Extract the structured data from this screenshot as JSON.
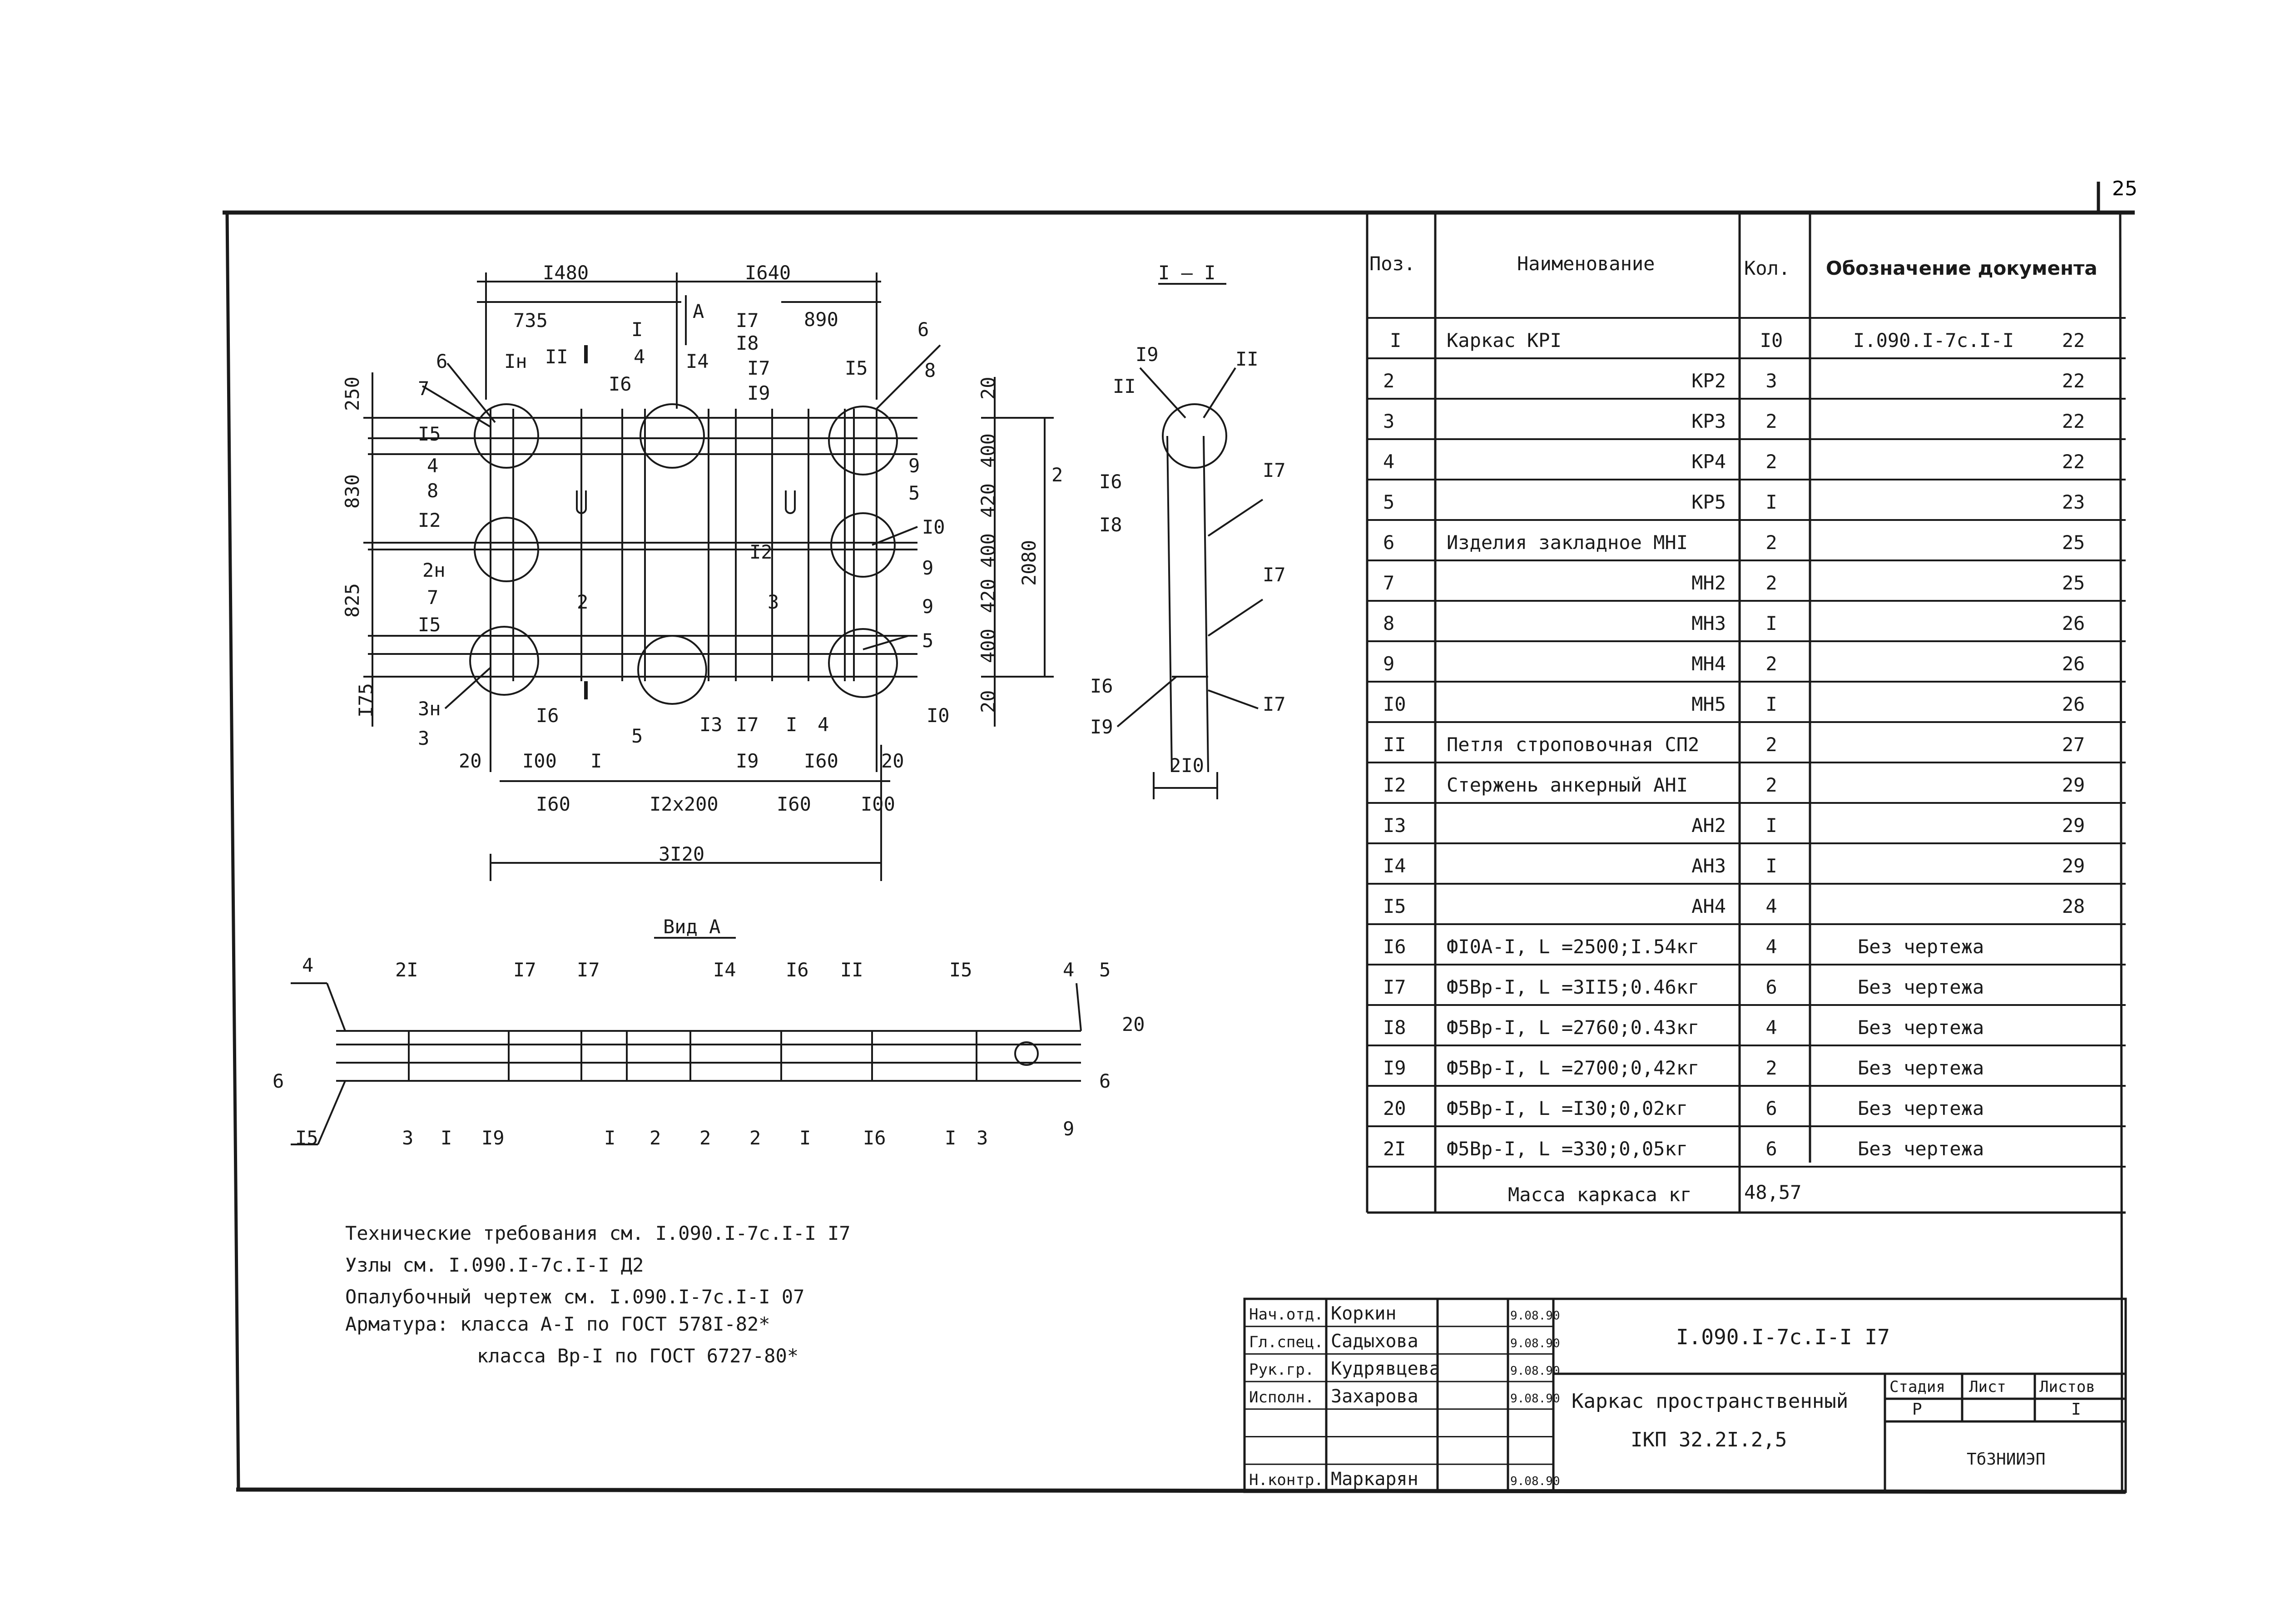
{
  "page_number": "25",
  "plan": {
    "dims_top": [
      "I480",
      "I640"
    ],
    "dims_second": [
      "735",
      "890"
    ],
    "labels_top": [
      "I",
      "4",
      "A",
      "I7",
      "I8",
      "I7",
      "I9",
      "6",
      "II",
      "I6",
      "I4",
      "I5",
      "Iн"
    ],
    "left_dims": [
      "250",
      "830",
      "825",
      "I75"
    ],
    "left_labels": [
      "6",
      "7",
      "I5",
      "4",
      "8",
      "I2",
      "2н",
      "7",
      "I5",
      "3н",
      "3"
    ],
    "right_dims": [
      "20",
      "400",
      "420",
      "400",
      "420",
      "400",
      "20"
    ],
    "right_total": "2080",
    "right_mark": "2",
    "right_labels": [
      "8",
      "9",
      "5",
      "I0",
      "9",
      "9",
      "5",
      "I0"
    ],
    "inner_labels": [
      "2",
      "3",
      "I2"
    ],
    "bottom_labels": [
      "20",
      "I00",
      "I6",
      "5",
      "I3",
      "I7",
      "I",
      "4",
      "I60",
      "20",
      "I",
      "I9"
    ],
    "bottom_dims": [
      "I60",
      "I2x200",
      "I60",
      "I00"
    ],
    "total_width": "3I20"
  },
  "section": {
    "title": "I – I",
    "labels": [
      "I9",
      "II",
      "II",
      "I6",
      "I7",
      "I8",
      "I7",
      "I6",
      "I9",
      "I7"
    ],
    "width": "2I0"
  },
  "view_a": {
    "title": "Вид А",
    "top_labels": [
      "4",
      "2I",
      "I7",
      "I7",
      "I4",
      "I6",
      "II",
      "I5",
      "4",
      "5",
      "20"
    ],
    "bottom_labels": [
      "6",
      "I5",
      "3",
      "I",
      "I9",
      "I",
      "2",
      "2",
      "2",
      "I",
      "I6",
      "I",
      "3",
      "9",
      "6"
    ]
  },
  "spec": {
    "headers": {
      "pos": "Поз.",
      "name": "Наименование",
      "qty": "Кол.",
      "doc": "Обозначение документа"
    },
    "rows": [
      {
        "pos": "I",
        "name": "Каркас  КРI",
        "qty": "I0",
        "doc": "I.090.I-7с.I-I",
        "sheet": "22"
      },
      {
        "pos": "2",
        "name": "КР2",
        "qty": "3",
        "doc": "",
        "sheet": "22"
      },
      {
        "pos": "3",
        "name": "КР3",
        "qty": "2",
        "doc": "",
        "sheet": "22"
      },
      {
        "pos": "4",
        "name": "КР4",
        "qty": "2",
        "doc": "",
        "sheet": "22"
      },
      {
        "pos": "5",
        "name": "КР5",
        "qty": "I",
        "doc": "",
        "sheet": "23"
      },
      {
        "pos": "6",
        "name": "Изделия закладное  МНI",
        "qty": "2",
        "doc": "",
        "sheet": "25"
      },
      {
        "pos": "7",
        "name": "МН2",
        "qty": "2",
        "doc": "",
        "sheet": "25"
      },
      {
        "pos": "8",
        "name": "МН3",
        "qty": "I",
        "doc": "",
        "sheet": "26"
      },
      {
        "pos": "9",
        "name": "МН4",
        "qty": "2",
        "doc": "",
        "sheet": "26"
      },
      {
        "pos": "I0",
        "name": "МН5",
        "qty": "I",
        "doc": "",
        "sheet": "26"
      },
      {
        "pos": "II",
        "name": "Петля строповочная  СП2",
        "qty": "2",
        "doc": "",
        "sheet": "27"
      },
      {
        "pos": "I2",
        "name": "Стержень анкерный  АНI",
        "qty": "2",
        "doc": "",
        "sheet": "29"
      },
      {
        "pos": "I3",
        "name": "АН2",
        "qty": "I",
        "doc": "",
        "sheet": "29"
      },
      {
        "pos": "I4",
        "name": "АН3",
        "qty": "I",
        "doc": "",
        "sheet": "29"
      },
      {
        "pos": "I5",
        "name": "АН4",
        "qty": "4",
        "doc": "",
        "sheet": "28"
      },
      {
        "pos": "I6",
        "name": "ФI0А-I, L =2500;I.54кг",
        "qty": "4",
        "doc": "Без чертежа",
        "sheet": ""
      },
      {
        "pos": "I7",
        "name": "Ф5Вр-I, L =3II5;0.46кг",
        "qty": "6",
        "doc": "Без чертежа",
        "sheet": ""
      },
      {
        "pos": "I8",
        "name": "Ф5Вр-I, L =2760;0.43кг",
        "qty": "4",
        "doc": "Без чертежа",
        "sheet": ""
      },
      {
        "pos": "I9",
        "name": "Ф5Вр-I, L =2700;0,42кг",
        "qty": "2",
        "doc": "Без чертежа",
        "sheet": ""
      },
      {
        "pos": "20",
        "name": "Ф5Вр-I, L =I30;0,02кг",
        "qty": "6",
        "doc": "Без чертежа",
        "sheet": ""
      },
      {
        "pos": "2I",
        "name": "Ф5Вр-I, L =330;0,05кг",
        "qty": "6",
        "doc": "Без чертежа",
        "sheet": ""
      }
    ],
    "mass_label": "Масса каркаса  кг",
    "mass_value": "48,57"
  },
  "notes": [
    "Технические требования см. I.090.I-7с.I-I I7",
    "Узлы см. I.090.I-7с.I-I Д2",
    "Опалубочный чертеж см. I.090.I-7с.I-I 07",
    "Арматура: класса А-I по ГОСТ 578I-82*",
    "класса Вр-I по ГОСТ 6727-80*"
  ],
  "title_block": {
    "roles": [
      "Нач.отд.",
      "Гл.спец.",
      "Рук.гр.",
      "Исполн.",
      "",
      "",
      "Н.контр."
    ],
    "names": [
      "Коркин",
      "Садыхова",
      "Кудрявцева",
      "Захарова",
      "",
      "",
      "Маркарян"
    ],
    "dates": [
      "9.08.90",
      "9.08.90",
      "9.08.90",
      "9.08.90",
      "",
      "",
      "9.08.90"
    ],
    "doc_code": "I.090.I-7с.I-I I7",
    "title1": "Каркас пространственный",
    "title2": "IКП 32.2I.2,5",
    "stage_hdr": "Стадия",
    "sheet_hdr": "Лист",
    "sheets_hdr": "Листов",
    "stage": "Р",
    "sheets": "I",
    "org": "ТбЗНИИЭП"
  }
}
